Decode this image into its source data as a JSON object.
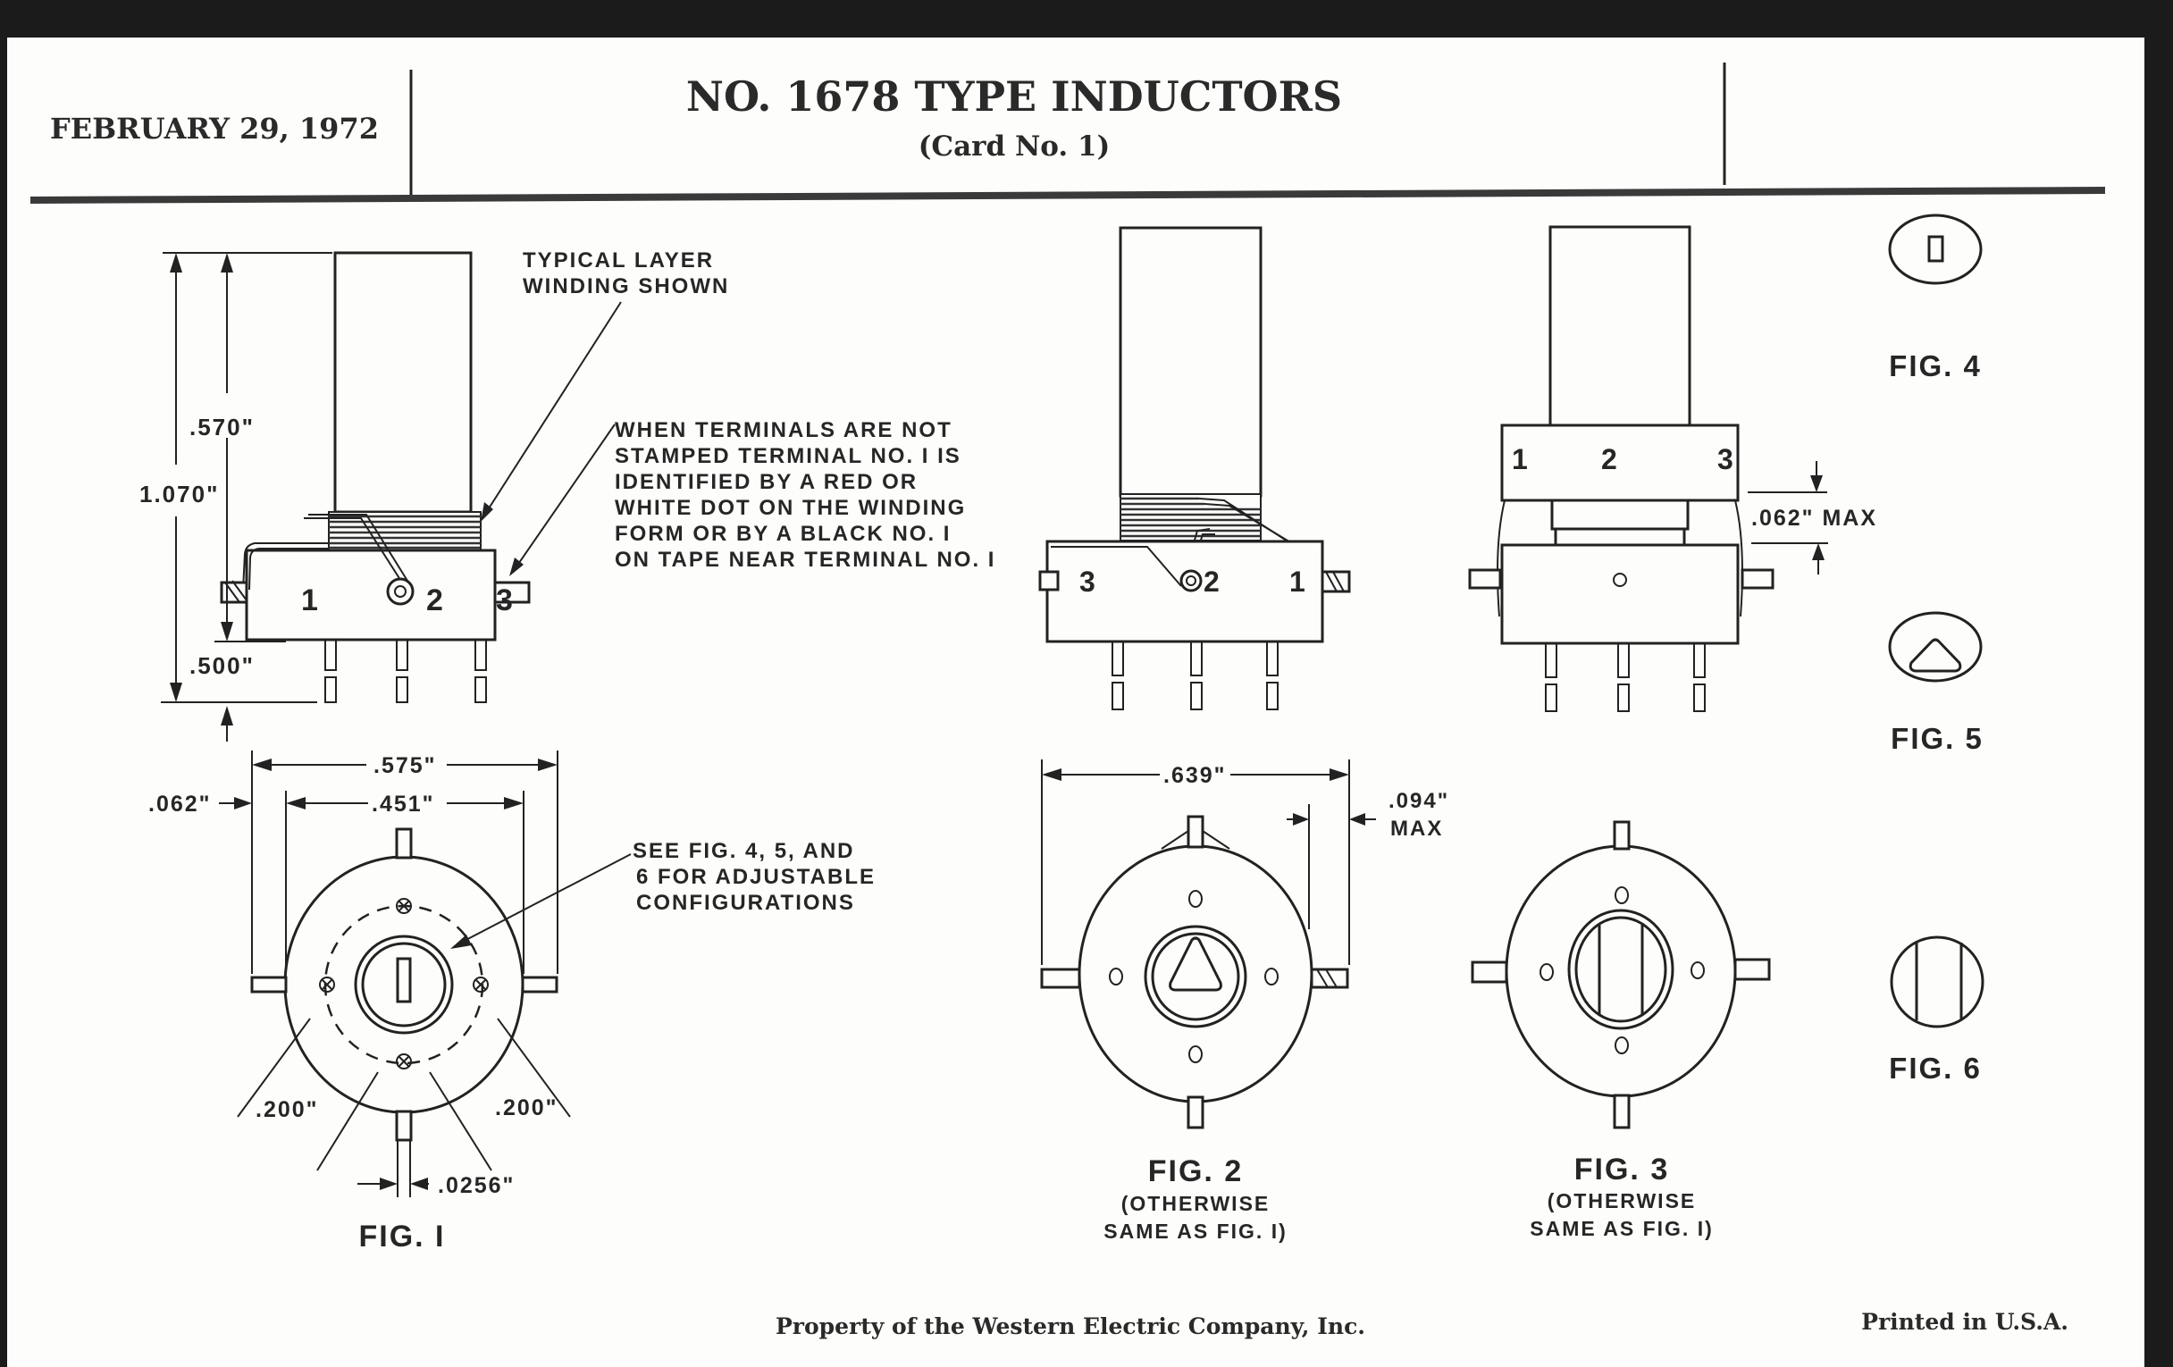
{
  "header": {
    "date": "FEBRUARY 29, 1972",
    "title": "NO. 1678 TYPE INDUCTORS",
    "subtitle": "(Card No. 1)"
  },
  "fig1_side": {
    "dim_overall": "1.070\"",
    "dim_upper": ".570\"",
    "dim_lower": ".500\"",
    "terminals": [
      "1",
      "2",
      "3"
    ],
    "note_winding": [
      "TYPICAL LAYER",
      "WINDING SHOWN"
    ],
    "note_terminals": [
      "WHEN TERMINALS ARE NOT",
      "STAMPED TERMINAL NO. I IS",
      "IDENTIFIED BY A RED OR",
      "WHITE DOT ON THE WINDING",
      "FORM OR BY A BLACK NO. I",
      "ON TAPE NEAR TERMINAL NO. I"
    ]
  },
  "fig1_bottom": {
    "dim_outer": ".575\"",
    "dim_inner": ".451\"",
    "dim_offset": ".062\"",
    "dim_diag_left": ".200\"",
    "dim_diag_right": ".200\"",
    "dim_pin": ".0256\"",
    "note_adjust": [
      "SEE FIG. 4, 5, AND",
      "6 FOR ADJUSTABLE",
      "CONFIGURATIONS"
    ],
    "caption": "FIG. I"
  },
  "fig2": {
    "terminals": [
      "3",
      "2",
      "1"
    ],
    "dim_width": ".639\"",
    "dim_max": [
      ".094\"",
      "MAX"
    ],
    "caption": "FIG. 2",
    "sub": [
      "(OTHERWISE",
      "SAME AS FIG. I)"
    ]
  },
  "fig3": {
    "terminals": [
      "1",
      "2",
      "3"
    ],
    "dim_gap": ".062\" MAX",
    "caption": "FIG. 3",
    "sub": [
      "(OTHERWISE",
      "SAME AS FIG. I)"
    ]
  },
  "adjust_figs": [
    {
      "caption": "FIG. 4",
      "shape": "slot"
    },
    {
      "caption": "FIG. 5",
      "shape": "triangle"
    },
    {
      "caption": "FIG. 6",
      "shape": "double-flat"
    }
  ],
  "footer": {
    "property": "Property of the Western Electric Company, Inc.",
    "printed": "Printed in U.S.A."
  }
}
